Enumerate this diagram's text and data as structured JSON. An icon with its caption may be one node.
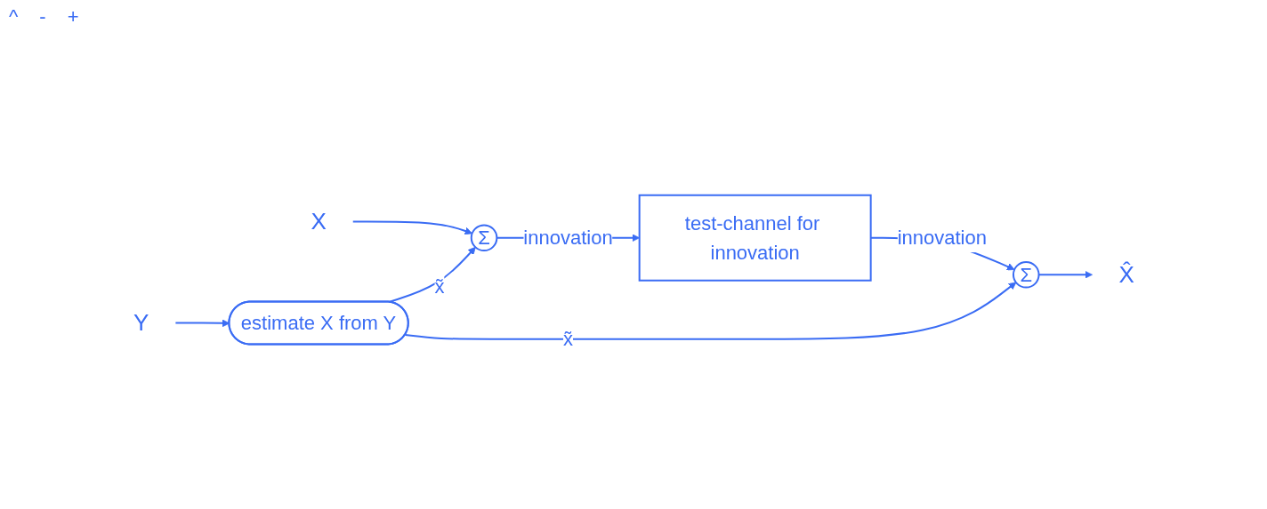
{
  "diagram": {
    "nodes": [
      {
        "text": [
          "X"
        ]
      },
      {
        "text": [
          "Σ"
        ]
      },
      {
        "text": [
          "test-channel for innovation"
        ]
      },
      {
        "text": [
          "Σ"
        ]
      },
      {
        "text": [
          "X̂"
        ]
      },
      {
        "text": [
          "Y"
        ]
      },
      {
        "text": [
          "estimate X from Y"
        ]
      }
    ],
    "edges": [
      {
        "from": 0,
        "to": 1,
        "arrow": "to"
      },
      {
        "from": 1,
        "to": 2,
        "arrow": "to",
        "label": "innovation"
      },
      {
        "from": 2,
        "to": 3,
        "arrow": "to",
        "label": "innovation"
      },
      {
        "from": 3,
        "to": 4,
        "arrow": "to"
      },
      {
        "from": 5,
        "to": 6,
        "arrow": "to"
      },
      {
        "from": 6,
        "to": 1,
        "arrow": "to",
        "label": "x̃"
      },
      {
        "from": 6,
        "to": 3,
        "arrow": "to",
        "label": "x̃"
      }
    ],
    "labels": [
      "^",
      "-",
      "+"
    ]
  }
}
